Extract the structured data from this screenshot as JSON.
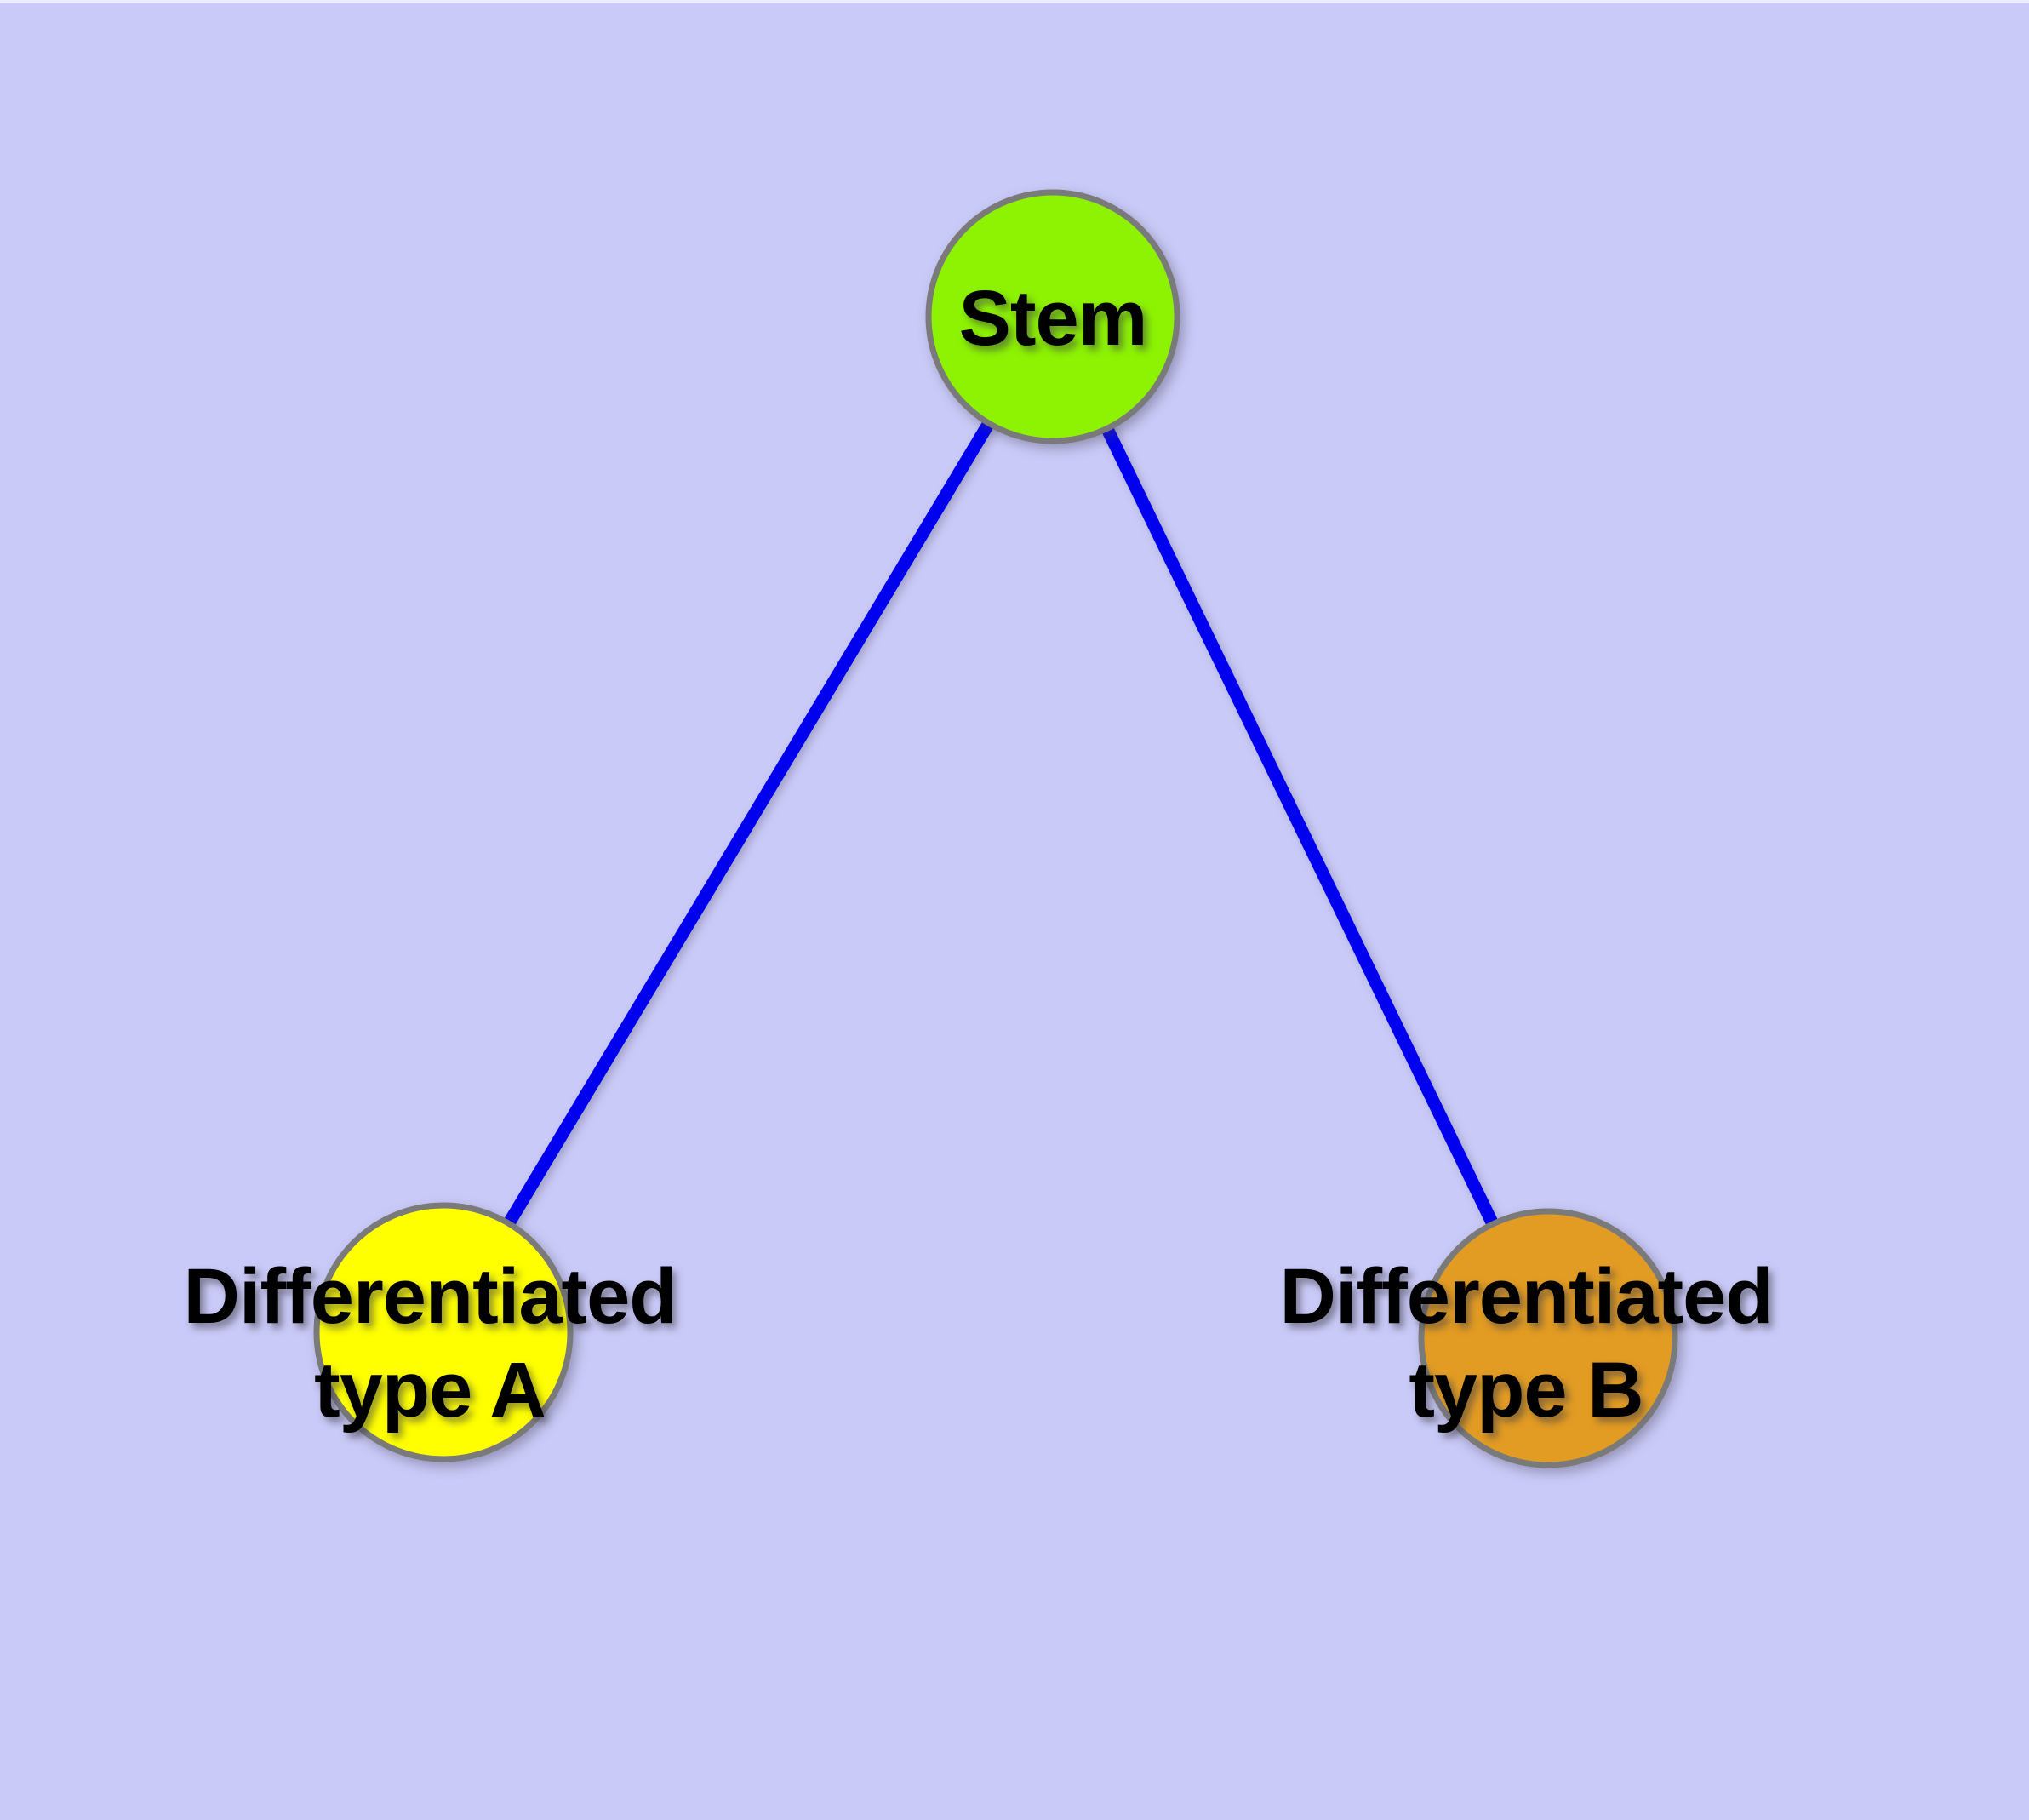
{
  "diagram": {
    "type": "node-link-graph",
    "nodes": [
      {
        "id": "stem",
        "label": "Stem",
        "lines": [
          "Stem"
        ],
        "fill": "#8DF303",
        "border": "#7A7A7A"
      },
      {
        "id": "differentiated-type-a",
        "label": "Differentiated type A",
        "lines": [
          "Differentiated",
          "type A"
        ],
        "fill": "#FFFF00",
        "border": "#7A7A7A"
      },
      {
        "id": "differentiated-type-b",
        "label": "Differentiated type B",
        "lines": [
          "Differentiated",
          "type B"
        ],
        "fill": "#E39C23",
        "border": "#7A7A7A"
      }
    ],
    "edges": [
      {
        "from": "Stem",
        "to": "Differentiated type A"
      },
      {
        "from": "Stem",
        "to": "Differentiated type B"
      }
    ],
    "colors": {
      "background": "#CACAF8",
      "edge": "#0101F0",
      "node_border": "#7A7A7A",
      "label_text": "#000000"
    }
  }
}
